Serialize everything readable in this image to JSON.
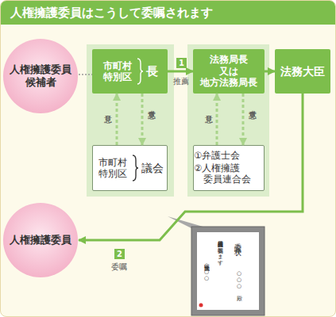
{
  "diagram": {
    "title": "人権擁護委員はこうして委嘱されます",
    "nodes": [
      {
        "text": [
          "人権擁護委員 候補者"
        ]
      },
      {
        "text": [
          "市町村 特別区",
          "長"
        ]
      },
      {
        "text": [
          "法務局長 又は 地方法務局長"
        ]
      },
      {
        "text": [
          "法務大臣"
        ]
      },
      {
        "text": [
          "市町村 特別区",
          "議会"
        ]
      },
      {
        "text": [
          "①弁護士会",
          "②人権擁護 委員連合会"
        ]
      },
      {
        "text": [
          "人権擁護委員"
        ]
      }
    ],
    "edges": [
      {
        "from": 0,
        "to": 1,
        "arrow": "none"
      },
      {
        "from": 1,
        "to": 2,
        "label": "推薦",
        "arrow": "to"
      },
      {
        "from": 1,
        "to": 4,
        "label": "求意見",
        "arrow": "to"
      },
      {
        "from": 4,
        "to": 1,
        "label": "意見",
        "arrow": "to"
      },
      {
        "from": 2,
        "to": 5,
        "label": "求意見",
        "arrow": "to"
      },
      {
        "from": 5,
        "to": 2,
        "label": "意見",
        "arrow": "to"
      },
      {
        "from": 2,
        "to": 3,
        "arrow": "to"
      },
      {
        "from": 3,
        "to": 6,
        "label": "委嘱",
        "arrow": "to"
      }
    ],
    "labels": [
      "1",
      "2",
      "委嘱状",
      "○○○ 殿",
      "人権擁護委員に委嘱します",
      "法務大臣 ○○○"
    ]
  }
}
